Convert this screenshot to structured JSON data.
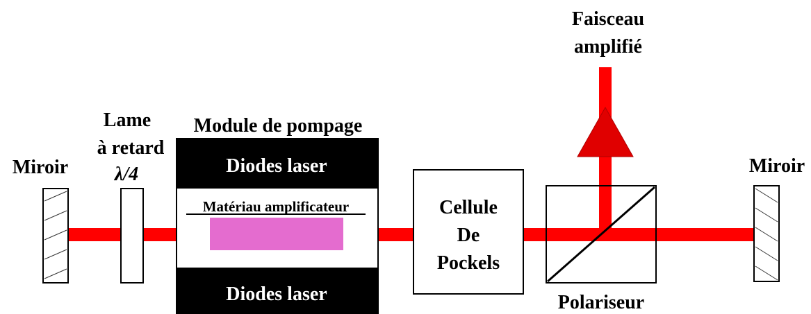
{
  "labels": {
    "mirror_left": "Miroir",
    "mirror_right": "Miroir",
    "waveplate_line1": "Lame",
    "waveplate_line2": "à retard",
    "waveplate_line3": "λ/4",
    "pump_module_title": "Module de pompage",
    "diodes_top": "Diodes laser",
    "diodes_bottom": "Diodes laser",
    "gain_material": "Matériau amplificateur",
    "pockels_line1": "Cellule",
    "pockels_line2": "De",
    "pockels_line3": "Pockels",
    "polarizer": "Polariseur",
    "output_line1": "Faisceau",
    "output_line2": "amplifié"
  },
  "colors": {
    "beam": "#ff0000",
    "arrow": "#e00000",
    "gain_medium": "#e46ccf",
    "diode_block": "#000000"
  }
}
